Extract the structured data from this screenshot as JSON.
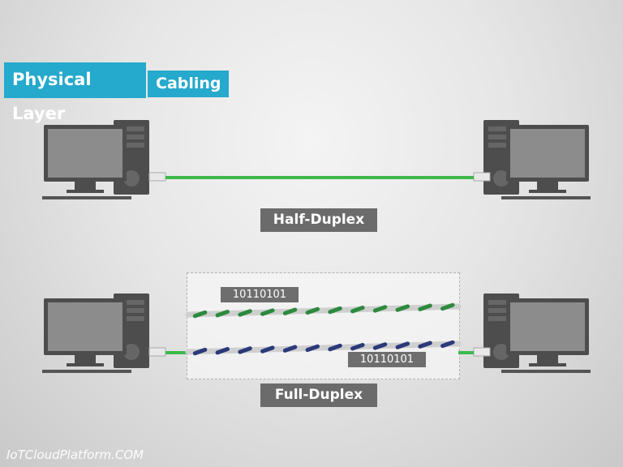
{
  "header": {
    "title": "Physical Layer",
    "subtitle": "Cabling"
  },
  "sections": {
    "half_duplex": {
      "label": "Half-Duplex",
      "cable_color": "#3cb94b"
    },
    "full_duplex": {
      "label": "Full-Duplex",
      "cable_color": "#3cb94b",
      "upper_wire": {
        "bits": "10110101",
        "stripe_color": "#2d8a3e"
      },
      "lower_wire": {
        "bits": "10110101",
        "stripe_color": "#2a3a7a"
      }
    }
  },
  "colors": {
    "accent": "#25a9cc",
    "computer": "#4d4d4d",
    "screen": "#8a8a8a",
    "label_bg": "#6b6b6b"
  },
  "watermark": "IoTCloudPlatform.COM"
}
